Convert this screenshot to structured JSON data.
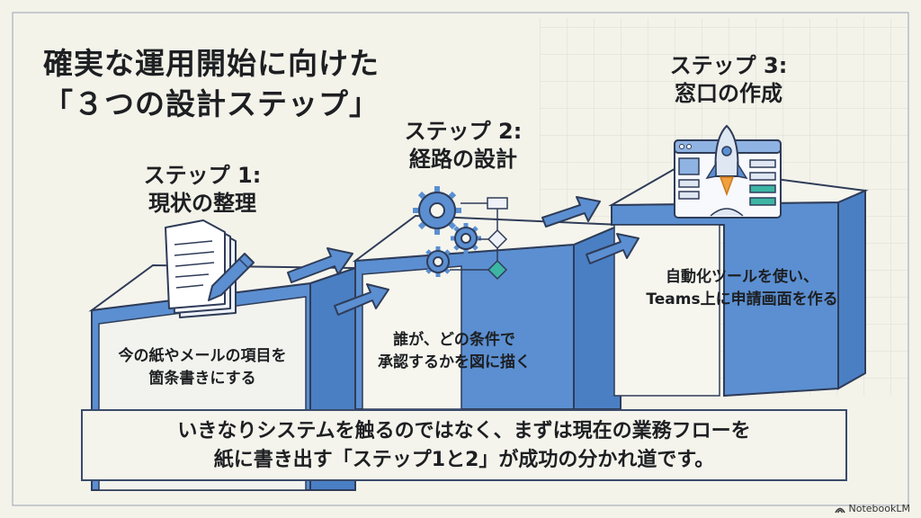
{
  "title": {
    "line1": "確実な運用開始に向けた",
    "line2": "「３つの設計ステップ」"
  },
  "steps": [
    {
      "heading": "ステップ 1:",
      "name": "現状の整理",
      "desc_line1": "今の紙やメールの項目を",
      "desc_line2": "箇条書きにする"
    },
    {
      "heading": "ステップ 2:",
      "name": "経路の設計",
      "desc_line1": "誰が、どの条件で",
      "desc_line2": "承認するかを図に描く"
    },
    {
      "heading": "ステップ 3:",
      "name": "窓口の作成",
      "desc_line1": "自動化ツールを使い、",
      "desc_line2": "Teams上に申請画面を作る"
    }
  ],
  "callout": {
    "line1": "いきなりシステムを触るのではなく、まずは現在の業務フローを",
    "line2": "紙に書き出す「ステップ1と2」が成功の分かれ道です。"
  },
  "brand": "NotebookLM",
  "colors": {
    "box_side": "#5b8fd1",
    "box_top": "#f5f5ee",
    "outline": "#2f3c58",
    "accent_teal": "#3db5a5",
    "background": "#f3f3ea"
  }
}
